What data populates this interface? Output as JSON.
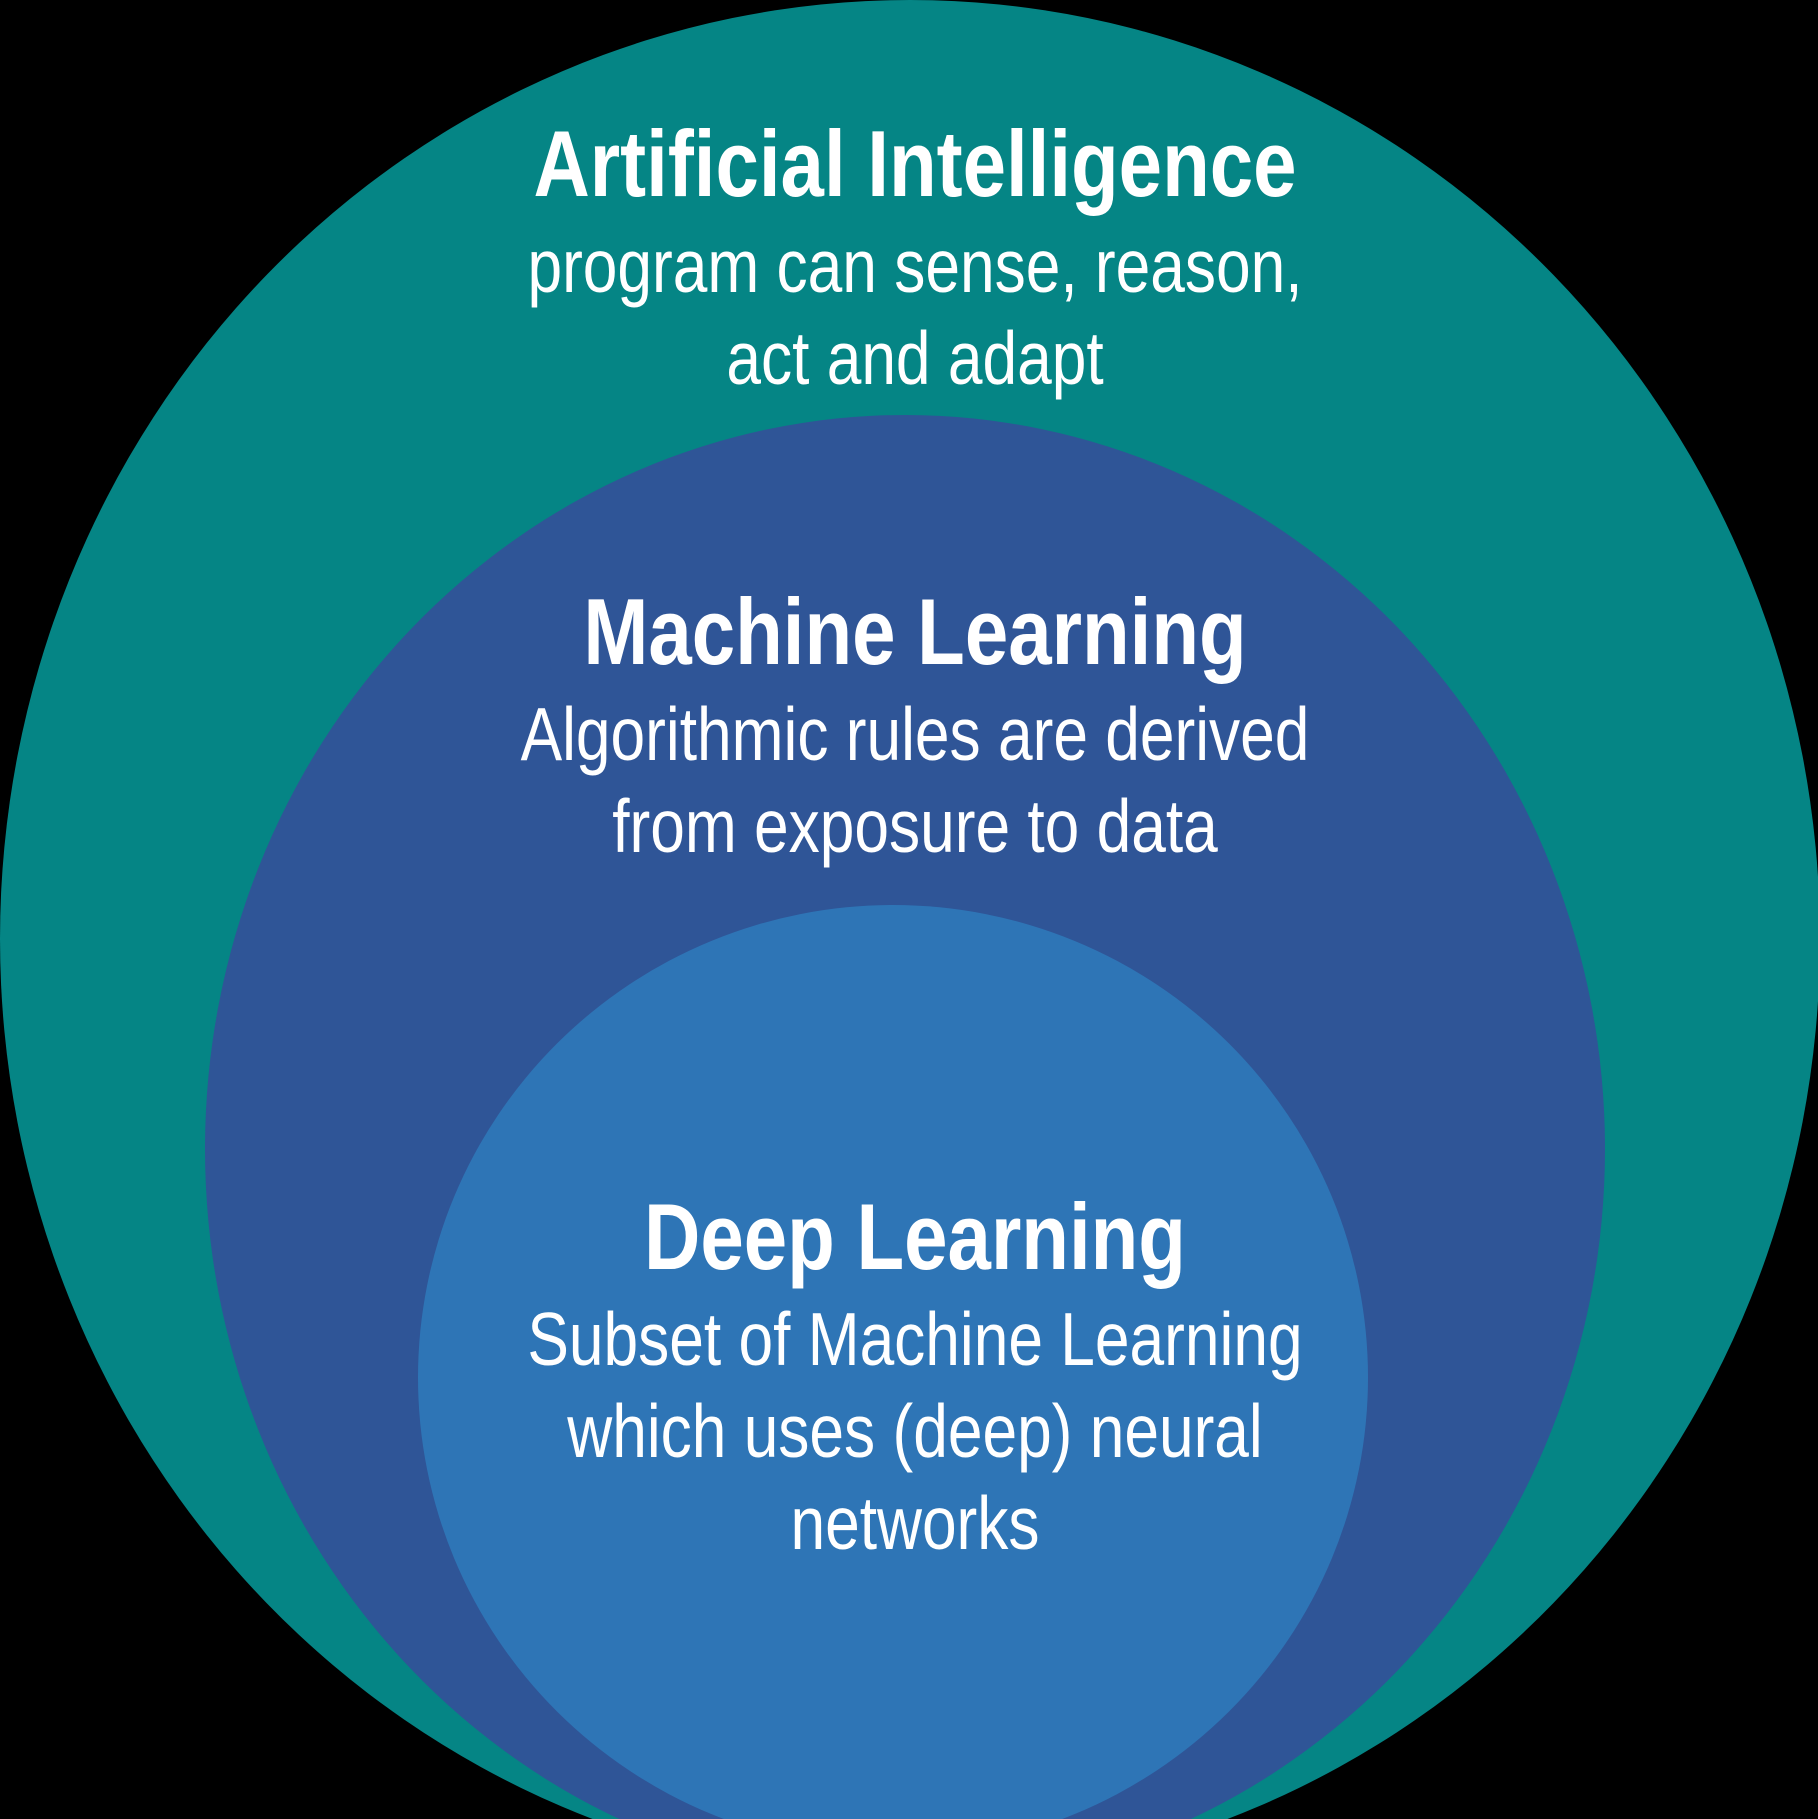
{
  "diagram": {
    "background_color": "#000000",
    "text_color": "#FFFFFF",
    "rings": [
      {
        "id": "artificial-intelligence",
        "title": "Artificial Intelligence",
        "color": "#058585",
        "desc_lines": [
          "program can sense, reason,",
          "act and adapt"
        ]
      },
      {
        "id": "machine-learning",
        "title": "Machine Learning",
        "color": "#2F5597",
        "desc_lines": [
          "Algorithmic rules are derived",
          "from exposure to data"
        ]
      },
      {
        "id": "deep-learning",
        "title": "Deep Learning",
        "color": "#2E75B6",
        "desc_lines": [
          "Subset of Machine Learning",
          "which uses (deep) neural",
          "networks"
        ]
      }
    ]
  }
}
